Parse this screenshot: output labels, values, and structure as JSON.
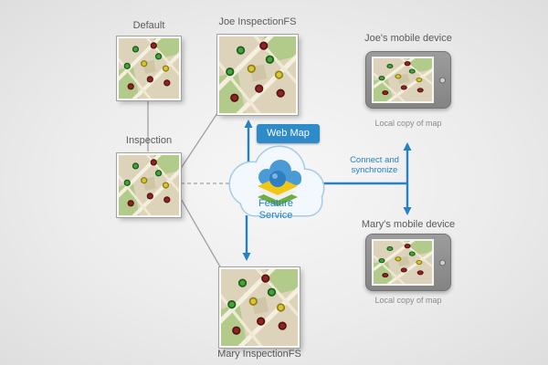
{
  "diagram": {
    "nodes": {
      "default_gdb": {
        "label": "Default"
      },
      "joe_fs": {
        "label": "Joe InspectionFS"
      },
      "inspection": {
        "label": "Inspection"
      },
      "mary_fs": {
        "label": "Mary InspectionFS"
      }
    },
    "cloud": {
      "web_map": "Web Map",
      "feature_service": "Feature Service"
    },
    "sync_label": "Connect and synchronize",
    "devices": {
      "joe": {
        "label": "Joe's mobile device",
        "caption": "Local copy of map"
      },
      "mary": {
        "label": "Mary's mobile device",
        "caption": "Local copy of map"
      }
    },
    "colors": {
      "accent_blue": "#2581c4",
      "label_gray": "#5a5a5a",
      "map_parcel_green": "#b2cb8b",
      "point_green": "#44a33c",
      "point_red": "#8e2424",
      "point_yellow": "#d9c52f"
    }
  }
}
